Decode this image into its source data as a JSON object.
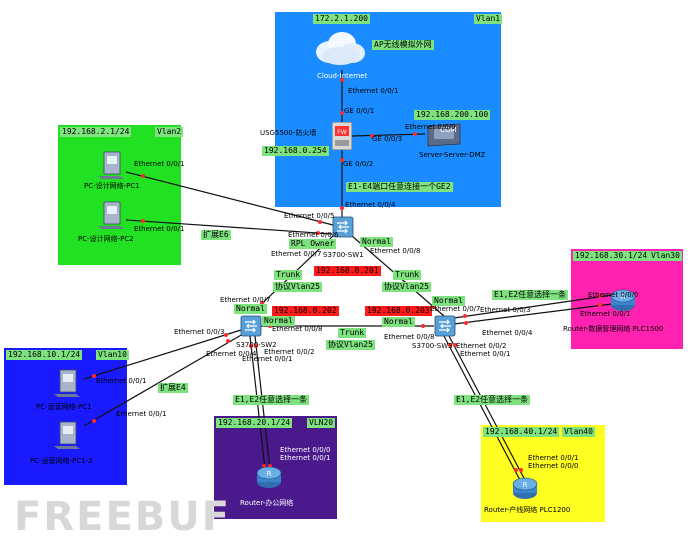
{
  "zones": {
    "vlan1": {
      "name": "Vlan1",
      "net": "172.2.1.200",
      "color": "#1a8cff"
    },
    "vlan2": {
      "name": "Vlan2",
      "net": "192.168.2.1/24",
      "color": "#22e022"
    },
    "vlan10": {
      "name": "Vlan10",
      "net": "192.168.10.1/24",
      "color": "#1a1aff"
    },
    "vlan20": {
      "name": "VLN20",
      "net": "192.168.20.1/24",
      "color": "#4a1a8c"
    },
    "vlan30": {
      "name": "Vlan30",
      "net": "192.168.30.1/24",
      "color": "#ff22b0"
    },
    "vlan40": {
      "name": "Vlan40",
      "net": "192.168.40.1/24",
      "color": "#ffff22"
    }
  },
  "devices": {
    "cloud": {
      "name": "Cloud-Internet",
      "note": "AP无线模拟外网"
    },
    "firewall": {
      "name": "USG5500-防火墙",
      "ip": "192.168.0.254"
    },
    "server": {
      "name": "Server-Server-DMZ",
      "ip": "192.168.200.100",
      "badge": "COM"
    },
    "pc1": {
      "name": "PC-设计网络-PC1"
    },
    "pc2": {
      "name": "PC-设计网络-PC2"
    },
    "pc3": {
      "name": "PC-运营网络-PC1"
    },
    "pc4": {
      "name": "PC-运营网络-PC1-2"
    },
    "sw1": {
      "name": "S3700-SW1",
      "role": "RPL Owner",
      "ip": "192.168.0.201"
    },
    "sw2": {
      "name": "S3700-SW2",
      "ip": "192.168.0.202"
    },
    "sw3": {
      "name": "S3700-SW3",
      "ip": "192.168.0.203"
    },
    "r_mgmt": {
      "name": "Router-数据管理网络  PLC1500"
    },
    "r_office": {
      "name": "Router-办公网络"
    },
    "r_prod": {
      "name": "Router-产线网络  PLC1200"
    }
  },
  "ports": {
    "cloud_fw_a": "Ethernet 0/0/1",
    "cloud_fw_b": "GE 0/0/1",
    "fw_srv_a": "GE 0/0/3",
    "fw_srv_b": "Ethernet 0/0/0",
    "fw_sw1_a": "GE 0/0/2",
    "fw_sw1_b": "Ethernet 0/0/4",
    "pc1": "Ethernet 0/0/1",
    "pc2": "Ethernet 0/0/1",
    "sw1_e5": "Ethernet 0/0/5",
    "sw1_e6": "Ethernet 0/0/6",
    "sw1_e7": "Ethernet 0/0/7",
    "sw1_e8": "Ethernet 0/0/8",
    "sw2_e7": "Ethernet 0/0/7",
    "sw2_e8": "Ethernet 0/0/8",
    "sw2_e3": "Ethernet 0/0/3",
    "sw2_e4": "Ethernet 0/0/4",
    "sw2_e1": "Ethernet 0/0/1",
    "sw2_e2": "Ethernet 0/0/2",
    "sw3_e7": "Ethernet 0/0/7",
    "sw3_e8": "Ethernet 0/0/8",
    "sw3_e3": "Ethernet 0/0/3",
    "sw3_e4": "Ethernet 0/0/4",
    "sw3_e2": "Ethernet 0/0/2",
    "sw3_e1": "Ethernet 0/0/1",
    "pc3": "Ethernet 0/0/1",
    "pc4": "Ethernet 0/0/1",
    "rm_0": "Ethernet 0/0/0",
    "rm_1": "Ethernet 0/0/1",
    "ro_0": "Ethernet 0/0/0",
    "ro_1": "Ethernet 0/0/1",
    "rp_1": "Ethernet 0/0/1",
    "rp_0": "Ethernet 0/0/0"
  },
  "notes": {
    "e1e4": "E1-E4端口任意连接一个GE2",
    "ext_e6": "扩展E6",
    "ext_e4": "扩展E4",
    "trunk": "Trunk",
    "proto": "协议Vlan25",
    "normal": "Normal",
    "pick_one": "E1,E2任意选择一条"
  },
  "watermark": "FREEBUF"
}
